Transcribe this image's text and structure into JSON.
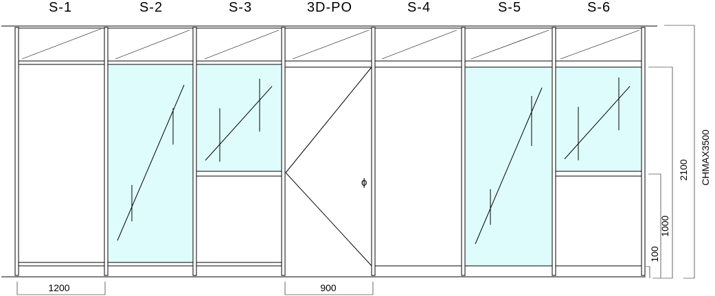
{
  "colors": {
    "glass": "#dffcfd",
    "line": "#000000",
    "background": "#ffffff"
  },
  "panels": [
    {
      "label": "S-1",
      "type": "open"
    },
    {
      "label": "S-2",
      "type": "glass-full"
    },
    {
      "label": "S-3",
      "type": "glass-upper"
    },
    {
      "label": "3D-PO",
      "type": "door"
    },
    {
      "label": "S-4",
      "type": "open"
    },
    {
      "label": "S-5",
      "type": "glass-full"
    },
    {
      "label": "S-6",
      "type": "glass-upper"
    }
  ],
  "dimensions": {
    "module_width": "1200",
    "door_width": "900",
    "transom_height": "2100",
    "rail_height": "1000",
    "base_height": "100",
    "ceiling_height": "CHMAX3500"
  },
  "door_handle_symbol": "ϕ"
}
